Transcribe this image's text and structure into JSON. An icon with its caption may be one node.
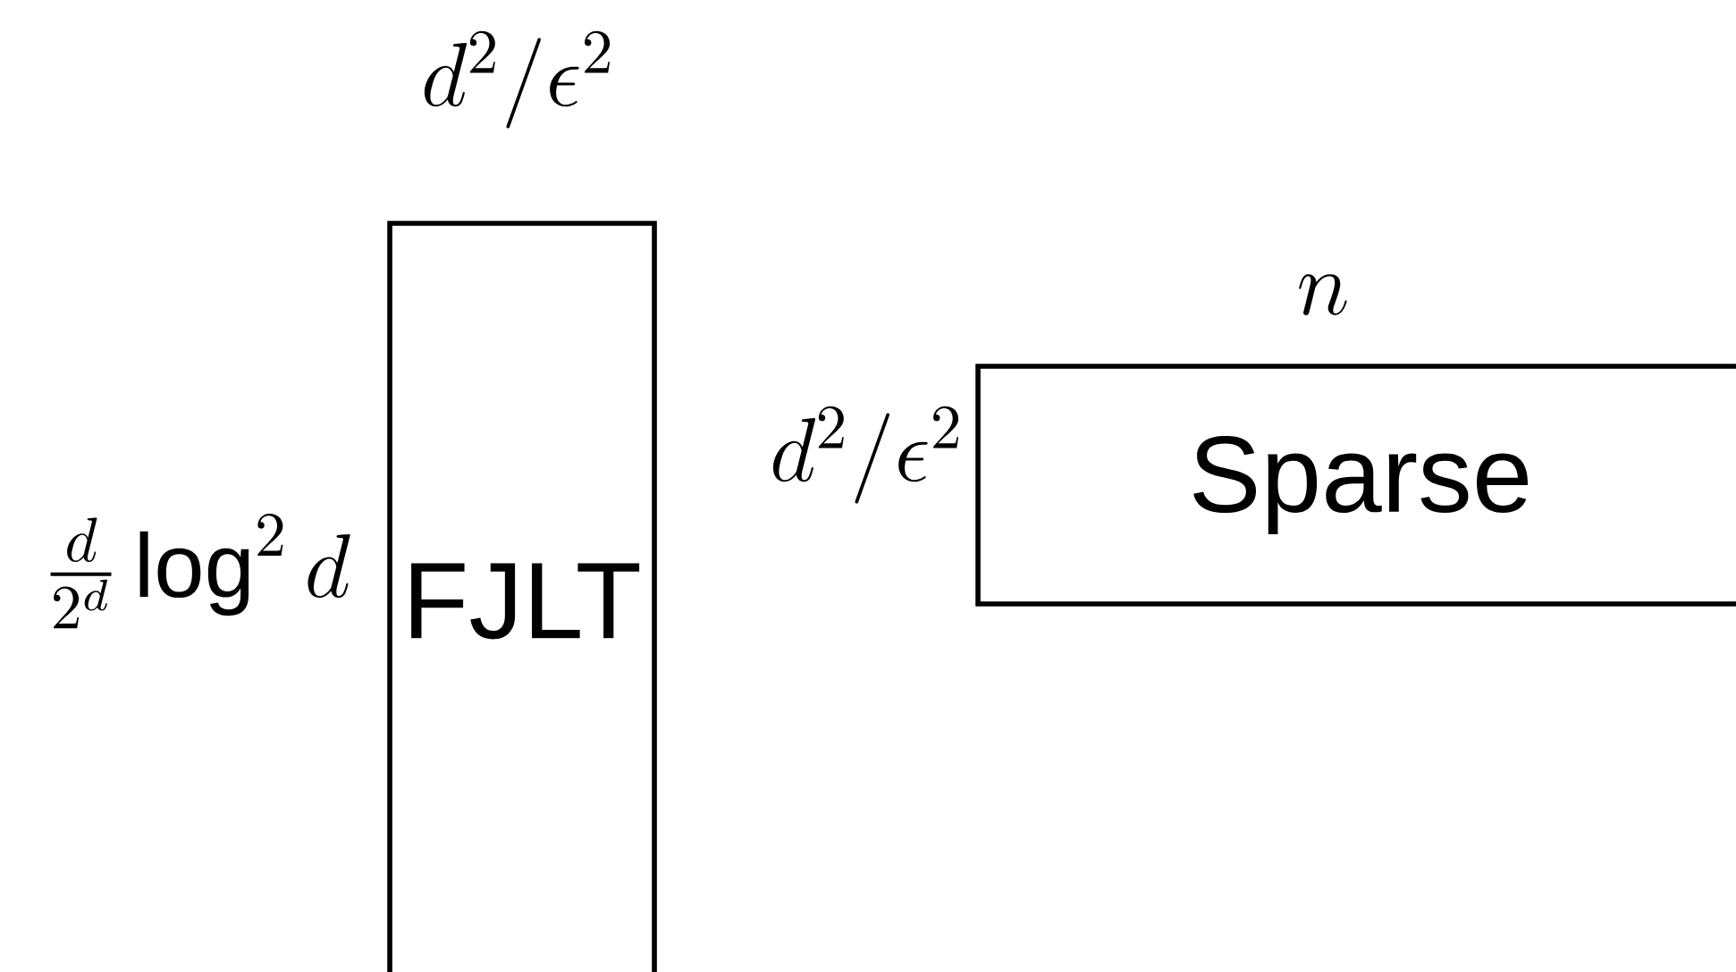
{
  "diagram": {
    "nodes": [
      {
        "text": [
          "FJLT"
        ]
      },
      {
        "text": [
          "Sparse"
        ]
      }
    ],
    "edges": [],
    "labels": [
      "d^2/\\epsilon^2",
      "n",
      "d^2/\\epsilon^2",
      "\\frac{d}{2^d}\\log^2 d"
    ]
  }
}
